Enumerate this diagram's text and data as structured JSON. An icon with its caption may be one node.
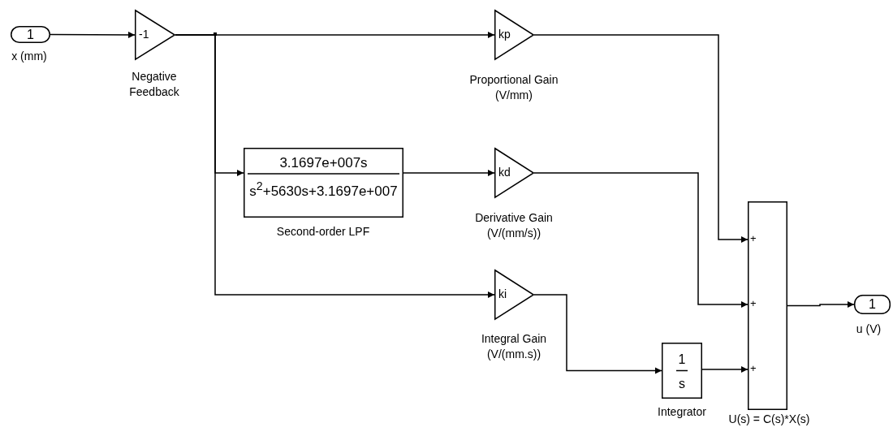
{
  "diagram": {
    "nodes": [
      {
        "text": [
          "1"
        ],
        "beside": [
          "x (mm)"
        ]
      },
      {
        "text": [
          "-1"
        ],
        "beside": [
          "Negative Feedback"
        ]
      },
      {
        "text": [
          "kp"
        ],
        "beside": [
          "Proportional Gain (V/mm)"
        ]
      },
      {
        "text": [
          "3.1697e+007s",
          "s$^{2}$+5630s+3.1697e+007"
        ],
        "beside": [
          "Second-order LPF"
        ]
      },
      {
        "text": [
          "kd"
        ],
        "beside": [
          "Derivative Gain (V/(mm/s))"
        ]
      },
      {
        "text": [
          "ki"
        ],
        "beside": [
          "Integral Gain (V/(mm.s))"
        ]
      },
      {
        "text": [
          "1",
          "s"
        ],
        "beside": [
          "Integrator"
        ]
      },
      {
        "text": [
          "+",
          "+",
          "+"
        ],
        "beside": [
          "U(s) = C(s)*X(s)"
        ]
      },
      {
        "text": [
          "1"
        ],
        "beside": [
          "u (V)"
        ]
      }
    ],
    "edges": [
      {
        "from": 0,
        "to": 1,
        "arrow": "to"
      },
      {
        "from": 1,
        "to": 2,
        "arrow": "to"
      },
      {
        "from": 1,
        "to": 3,
        "arrow": "to"
      },
      {
        "from": 1,
        "to": 5,
        "arrow": "to"
      },
      {
        "from": 3,
        "to": 4,
        "arrow": "to"
      },
      {
        "from": 2,
        "to": 7,
        "arrow": "to"
      },
      {
        "from": 4,
        "to": 7,
        "arrow": "to"
      },
      {
        "from": 5,
        "to": 6,
        "arrow": "to"
      },
      {
        "from": 6,
        "to": 7,
        "arrow": "to"
      },
      {
        "from": 7,
        "to": 8,
        "arrow": "to"
      }
    ]
  }
}
